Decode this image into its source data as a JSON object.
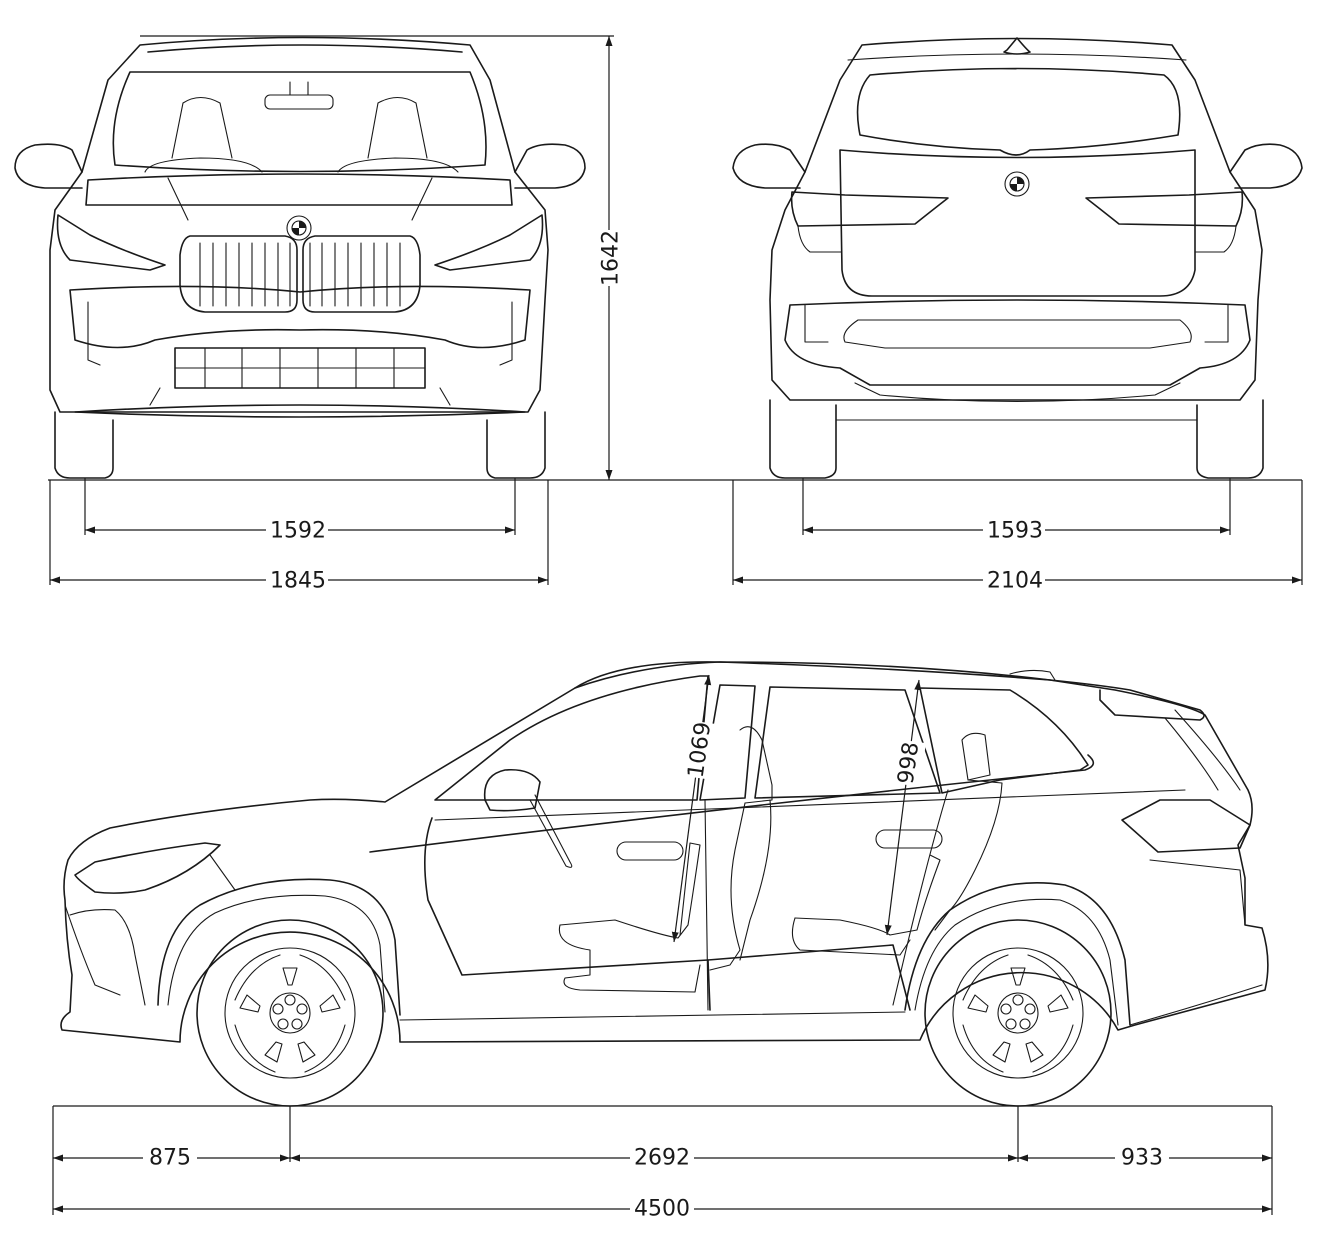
{
  "dimensions": {
    "height": "1642",
    "front_track": "1592",
    "width": "1845",
    "rear_track": "1593",
    "width_with_mirrors": "2104",
    "front_overhang": "875",
    "wheelbase": "2692",
    "rear_overhang": "933",
    "length": "4500",
    "front_headroom": "1069",
    "rear_headroom": "998"
  },
  "views": [
    "front-view",
    "rear-view",
    "side-view"
  ],
  "line_color": "#1a1a1a",
  "background": "#ffffff"
}
